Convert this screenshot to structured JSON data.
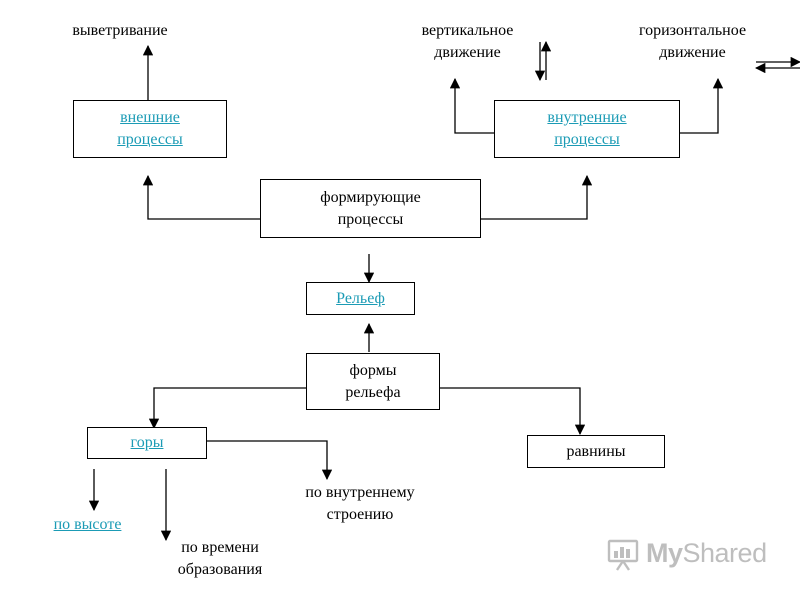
{
  "labels": {
    "weathering": "выветривание",
    "vertical_1": "вертикальное",
    "vertical_2": "движение",
    "horizontal_1": "горизонтальное",
    "horizontal_2": "движение",
    "inner_structure_1": "по внутреннему",
    "inner_structure_2": "строению",
    "formation_time_1": "по времени",
    "formation_time_2": "образования"
  },
  "boxes": {
    "external_1": "внешние",
    "external_2": "процессы",
    "internal_1": "внутренние",
    "internal_2": "процессы",
    "forming_1": "формирующие",
    "forming_2": "процессы",
    "relief": "Рельеф",
    "forms_1": "формы",
    "forms_2": "рельефа",
    "mountains": "горы",
    "plains": "равнины"
  },
  "links": {
    "by_height": "по высоте"
  },
  "watermark": {
    "icon": "presentation-board-icon",
    "text_prefix": "My",
    "text_suffix": "Shared"
  },
  "colors": {
    "link": "#1b9bb5",
    "line": "#000000",
    "watermark": "#8a8a8a"
  }
}
